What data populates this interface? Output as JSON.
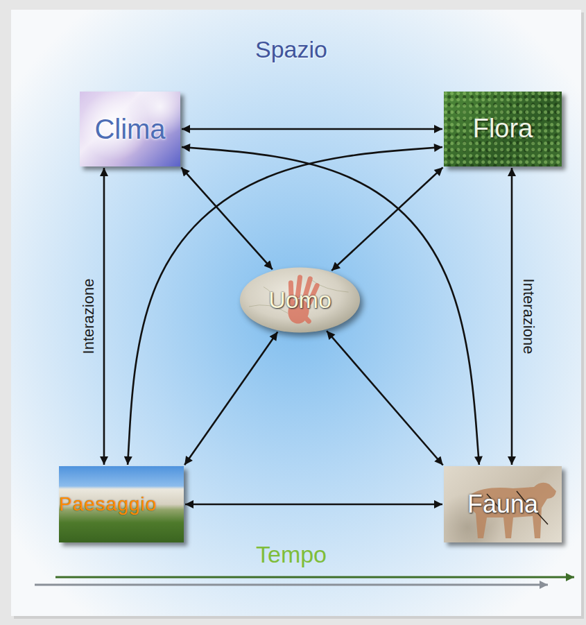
{
  "diagram": {
    "title": "Spazio",
    "nodes": [
      {
        "text": [
          "Clima"
        ]
      },
      {
        "text": [
          "Flora"
        ]
      },
      {
        "text": [
          "Uomo"
        ]
      },
      {
        "text": [
          "Paesaggio"
        ]
      },
      {
        "text": [
          "Fauna"
        ]
      }
    ],
    "edges": [
      {
        "from": 0,
        "to": 1,
        "arrow": "both"
      },
      {
        "from": 0,
        "to": 3,
        "arrow": "both",
        "label": "Interazione"
      },
      {
        "from": 1,
        "to": 4,
        "arrow": "both",
        "label": "Interazione"
      },
      {
        "from": 3,
        "to": 4,
        "arrow": "both"
      },
      {
        "from": 0,
        "to": 2,
        "arrow": "both"
      },
      {
        "from": 1,
        "to": 2,
        "arrow": "both"
      },
      {
        "from": 3,
        "to": 2,
        "arrow": "both"
      },
      {
        "from": 4,
        "to": 2,
        "arrow": "both"
      },
      {
        "from": 0,
        "to": 4,
        "arrow": "both"
      },
      {
        "from": 1,
        "to": 3,
        "arrow": "both"
      }
    ],
    "labels": [
      "Tempo"
    ]
  }
}
